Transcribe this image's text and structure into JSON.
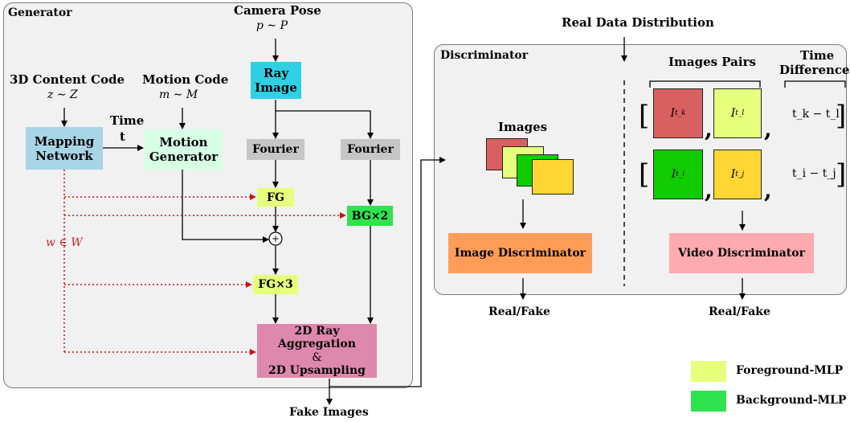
{
  "colors": {
    "ray": "#2fd0e3",
    "mapping": "#a8d5e6",
    "motion": "#d6ffe6",
    "fourier": "#c6c6c6",
    "fg": "#e6ff7d",
    "bg": "#2fe34f",
    "agg": "#de88ac",
    "img_disc": "#ff9d58",
    "vid_disc": "#ffaaaf",
    "tile_red": "#d96060",
    "tile_lime": "#e6ff7d",
    "tile_green": "#11cc00",
    "tile_yellow": "#ffd633",
    "red_dotted": "#cc1111"
  },
  "generator": {
    "title": "Generator",
    "camera_pose": "Camera Pose",
    "camera_math": "p ∼ P",
    "content_code": "3D Content Code",
    "content_math": "z ∼ Z",
    "motion_code": "Motion Code",
    "motion_math": "m ∼ M",
    "time_label": "Time",
    "time_var": "t",
    "ray_image": "Ray Image",
    "mapping_network": "Mapping Network",
    "motion_generator": "Motion Generator",
    "fourier_left": "Fourier",
    "fourier_right": "Fourier",
    "fg": "FG",
    "fg3": "FG×3",
    "bg2": "BG×2",
    "plus": "+",
    "w_label": "w ∈ W",
    "agg_line1": "2D Ray Aggregation",
    "agg_line2": "&",
    "agg_line3": "2D Upsampling"
  },
  "fake_images": "Fake Images",
  "real_data": "Real Data Distribution",
  "discriminator": {
    "title": "Discriminator",
    "images": "Images",
    "image_pairs": "Images Pairs",
    "time_diff_line1": "Time",
    "time_diff_line2": "Differences",
    "pair1_a": "I",
    "pair1_a_sub": "t_k",
    "pair1_b": "I",
    "pair1_b_sub": "t_l",
    "pair2_a": "I",
    "pair2_a_sub": "t_i",
    "pair2_b": "I",
    "pair2_b_sub": "t_j",
    "diff1": "t_k − t_l",
    "diff2": "t_i − t_j",
    "image_discriminator": "Image Discriminator",
    "video_discriminator": "Video Discriminator",
    "real_fake_left": "Real/Fake",
    "real_fake_right": "Real/Fake"
  },
  "legend": {
    "foreground": "Foreground-MLP",
    "background": "Background-MLP"
  }
}
